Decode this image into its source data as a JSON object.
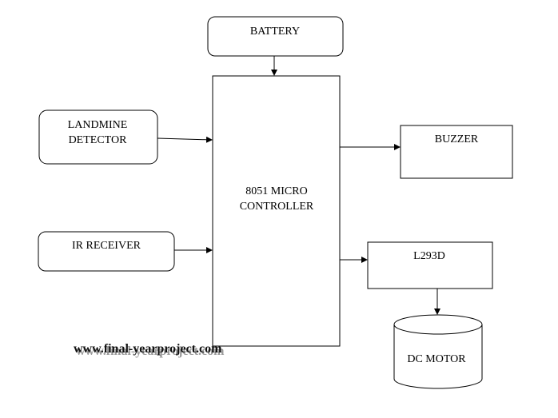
{
  "diagram": {
    "blocks": {
      "battery": "BATTERY",
      "landmine_line1": "LANDMINE",
      "landmine_line2": "DETECTOR",
      "ir_receiver": "IR RECEIVER",
      "controller_line1": "8051 MICRO",
      "controller_line2": "CONTROLLER",
      "buzzer": "BUZZER",
      "driver": "L293D",
      "motor": "DC MOTOR"
    },
    "watermark": "www.final-yearproject.com",
    "stroke_color": "#000000",
    "background_color": "#ffffff"
  }
}
